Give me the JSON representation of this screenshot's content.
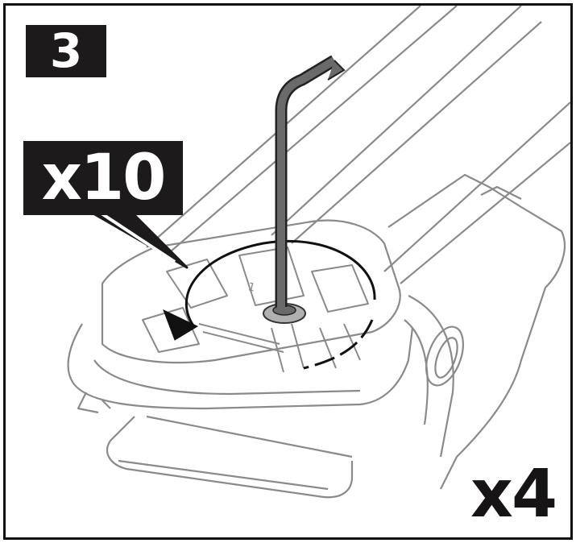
{
  "step": {
    "number": "3"
  },
  "callout": {
    "quantity": "x10"
  },
  "multiplier": {
    "label": "x4"
  },
  "colors": {
    "ink": "#1c1a1a",
    "line": "#8a8a8a",
    "wrench": "#6a6a6a"
  }
}
